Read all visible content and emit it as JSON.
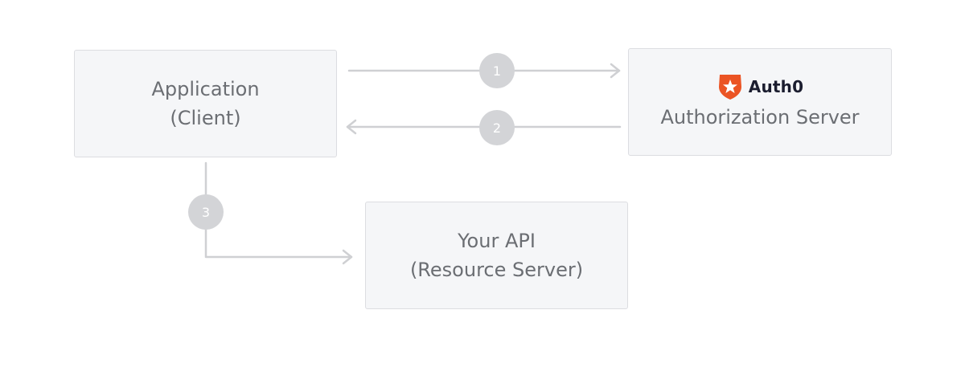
{
  "nodes": {
    "client": {
      "line1": "Application",
      "line2": "(Client)"
    },
    "auth_server": {
      "brand": "Auth0",
      "label": "Authorization Server"
    },
    "api": {
      "line1": "Your API",
      "line2": "(Resource Server)"
    }
  },
  "steps": [
    "1",
    "2",
    "3"
  ],
  "edges": [
    {
      "from": "client",
      "to": "auth_server",
      "step": "1"
    },
    {
      "from": "auth_server",
      "to": "client",
      "step": "2"
    },
    {
      "from": "client",
      "to": "api",
      "step": "3"
    }
  ],
  "colors": {
    "box_fill": "#f5f6f8",
    "box_border": "#dcdde1",
    "text": "#6b6e73",
    "connector": "#cfd0d3",
    "badge": "#d3d4d7",
    "brand_orange": "#eb5424",
    "brand_text": "#1b1d2f"
  },
  "icons": {
    "brand_logo": "auth0-shield-icon"
  }
}
